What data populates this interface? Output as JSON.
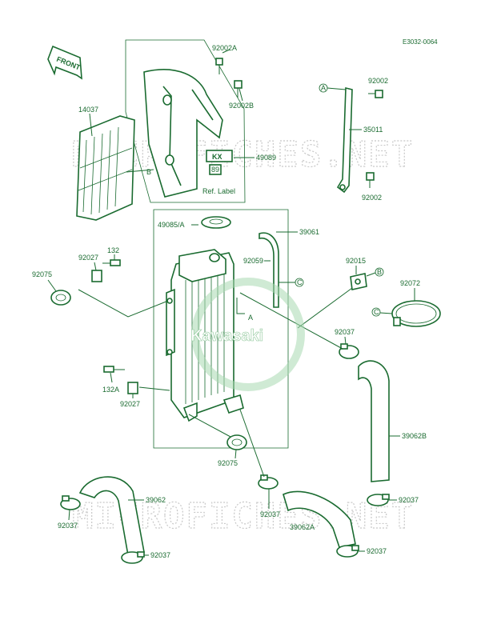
{
  "diagram_code": "E3032-0064",
  "front_label": "FRONT",
  "ref_label": "Ref. Label",
  "label_mark": "KX",
  "watermark": "MICROFICHES.NET",
  "brand": "Kawasaki",
  "refs": {
    "a": "A",
    "b": "B",
    "c": "C"
  },
  "parts": {
    "p92002A": "92002A",
    "p92002B": "92002B",
    "p14037": "14037",
    "p89": "89",
    "p49089": "49089",
    "p92002_top": "92002",
    "p35011": "35011",
    "p92002_low": "92002",
    "p49085A": "49085/A",
    "p39061": "39061",
    "p132_top": "132",
    "p92027_top": "92027",
    "p92075_top": "92075",
    "p92059": "92059",
    "p92015": "92015",
    "p92072": "92072",
    "p92037_mid": "92037",
    "p132A": "132A",
    "p92027_low": "92027",
    "p39062B": "39062B",
    "p92075_low": "92075",
    "p39062": "39062",
    "p92037_r": "92037",
    "p92037_l": "92037",
    "p92037_c": "92037",
    "p39062A": "39062A",
    "p92037_bl": "92037",
    "p92037_br": "92037"
  }
}
